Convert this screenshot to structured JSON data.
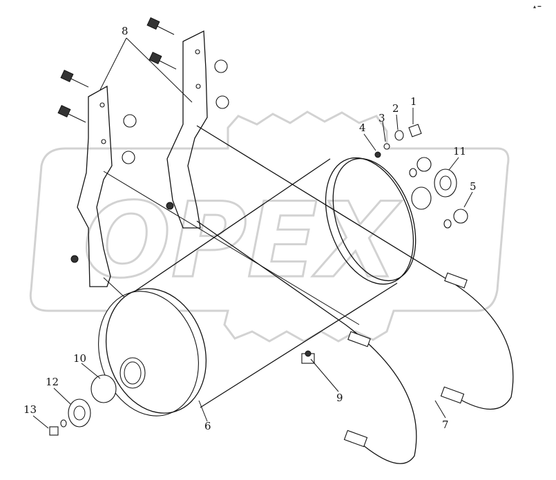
{
  "watermark": {
    "text": "OPEX"
  },
  "corner_mark": "▴ ━",
  "callouts": [
    {
      "id": "1",
      "text": "1"
    },
    {
      "id": "2",
      "text": "2"
    },
    {
      "id": "3",
      "text": "3"
    },
    {
      "id": "4",
      "text": "4"
    },
    {
      "id": "5",
      "text": "5"
    },
    {
      "id": "6",
      "text": "6"
    },
    {
      "id": "7",
      "text": "7"
    },
    {
      "id": "8",
      "text": "8"
    },
    {
      "id": "9",
      "text": "9"
    },
    {
      "id": "10",
      "text": "10"
    },
    {
      "id": "11",
      "text": "11"
    },
    {
      "id": "12",
      "text": "12"
    },
    {
      "id": "13",
      "text": "13"
    }
  ]
}
